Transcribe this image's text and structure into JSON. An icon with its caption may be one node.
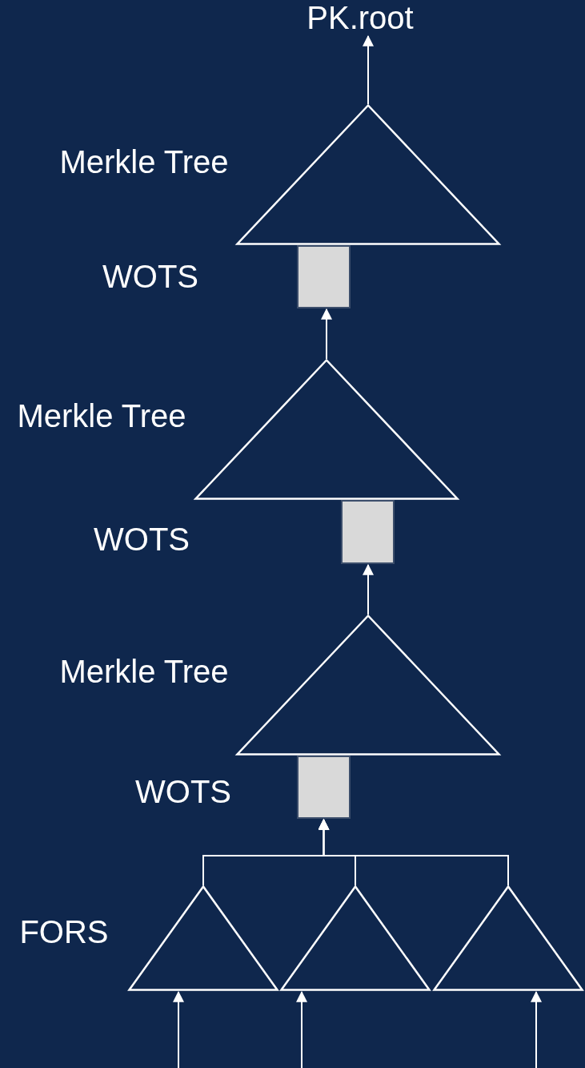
{
  "diagram": {
    "nodes": [
      {
        "text": [
          "PK.root"
        ]
      },
      {
        "text": [
          "Merkle Tree"
        ]
      },
      {
        "text": [],
        "shape": "box"
      },
      {
        "text": [
          "Merkle Tree"
        ]
      },
      {
        "text": [],
        "shape": "box"
      },
      {
        "text": [
          "Merkle Tree"
        ]
      },
      {
        "text": [],
        "shape": "box"
      },
      {
        "text": [],
        "shape": "triangle"
      },
      {
        "text": [],
        "shape": "triangle"
      },
      {
        "text": [],
        "shape": "triangle"
      }
    ],
    "edges": [
      {
        "from": 1,
        "to": 0,
        "arrow": "to"
      },
      {
        "from": 3,
        "to": 2,
        "arrow": "to"
      },
      {
        "from": 5,
        "to": 4,
        "arrow": "to"
      },
      {
        "from": 7,
        "to": 6,
        "arrow": "to"
      },
      {
        "from": 8,
        "to": 6,
        "arrow": "to"
      },
      {
        "from": 9,
        "to": 6,
        "arrow": "to"
      },
      {
        "from": null,
        "to": 7,
        "arrow": "to"
      },
      {
        "from": null,
        "to": 8,
        "arrow": "to"
      },
      {
        "from": null,
        "to": 9,
        "arrow": "to"
      }
    ],
    "labels": [
      "WOTS",
      "WOTS",
      "WOTS",
      "FORS"
    ]
  }
}
